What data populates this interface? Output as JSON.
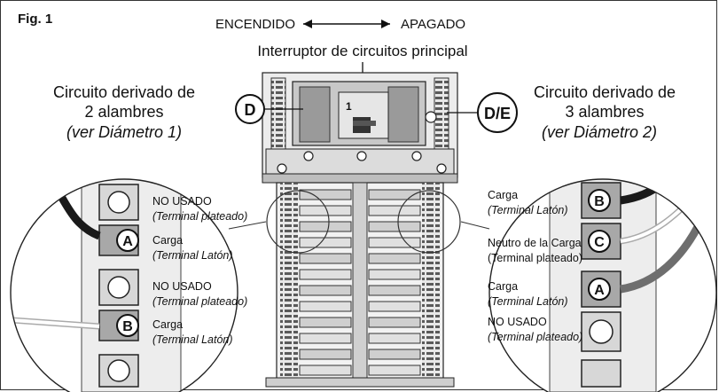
{
  "figure": {
    "label": "Fig. 1",
    "switch_on": "ENCENDIDO",
    "switch_off": "APAGADO",
    "main_breaker_title": "Interruptor de circuitos principal"
  },
  "left": {
    "title_line1": "Circuito derivado de",
    "title_line2": "2 alambres",
    "subtitle": "(ver Diámetro 1)",
    "labels": [
      {
        "main": "NO USADO",
        "sub": "(Terminal plateado)"
      },
      {
        "main": "Carga",
        "sub": "(Terminal Latón)"
      },
      {
        "main": "NO USADO",
        "sub": "(Terminal plateado)"
      },
      {
        "main": "Carga",
        "sub": "(Terminal Latón)"
      }
    ],
    "badges": [
      "A",
      "B"
    ]
  },
  "right": {
    "title_line1": "Circuito derivado de",
    "title_line2": "3 alambres",
    "subtitle": "(ver Diámetro 2)",
    "labels": [
      {
        "main": "Carga",
        "sub": "(Terminal Latón)"
      },
      {
        "main": "Neutro de la Carga",
        "sub": "(Terminal plateado)"
      },
      {
        "main": "Carga",
        "sub": "(Terminal Latón)"
      },
      {
        "main": "NO USADO",
        "sub": "(Terminal plateado)"
      }
    ],
    "badges": [
      "B",
      "C",
      "A"
    ]
  },
  "callouts": {
    "d": "D",
    "de": "D/E",
    "breaker_digit": "1"
  },
  "colors": {
    "wire_black": "#1a1a1a",
    "wire_gray": "#6e6e6e",
    "wire_white": "#ffffff",
    "metal_light": "#d9d9d9",
    "metal_mid": "#9a9a9a"
  }
}
